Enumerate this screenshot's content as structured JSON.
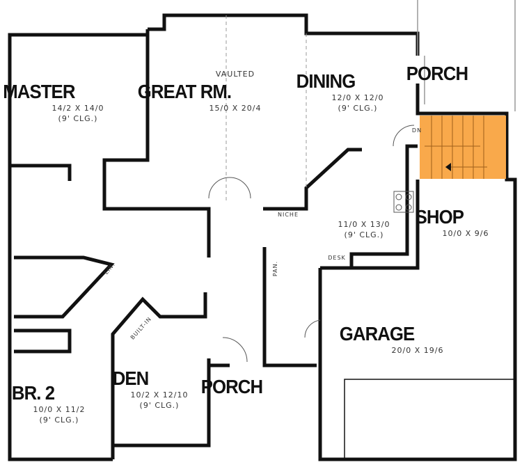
{
  "rooms": {
    "master": {
      "name": "MASTER",
      "size": "14/2 X 14/0",
      "ceiling": "(9' CLG.)"
    },
    "great_room": {
      "note": "VAULTED",
      "name": "GREAT RM.",
      "size": "15/0 X 20/4"
    },
    "dining": {
      "name": "DINING",
      "size": "12/0 X 12/0",
      "ceiling": "(9' CLG.)"
    },
    "porch_rear": {
      "name": "PORCH"
    },
    "kitchen": {
      "size": "11/0 X 13/0",
      "ceiling": "(9' CLG.)"
    },
    "shop": {
      "name": "SHOP",
      "size": "10/0 X 9/6"
    },
    "garage": {
      "name": "GARAGE",
      "size": "20/0 X 19/6"
    },
    "br2": {
      "name": "BR. 2",
      "size": "10/0 X 11/2",
      "ceiling": "(9' CLG.)"
    },
    "den": {
      "name": "DEN",
      "size": "10/2 X 12/10",
      "ceiling": "(9' CLG.)"
    },
    "porch_front": {
      "name": "PORCH"
    }
  },
  "annotations": {
    "stair": "DN",
    "niche": "NICHE",
    "desk": "DESK",
    "pantry": "PAN.",
    "linen": "LIN.",
    "built_in": "BUILT-IN"
  },
  "colors": {
    "stair_highlight": "#f9a94b",
    "wall": "#111111"
  }
}
